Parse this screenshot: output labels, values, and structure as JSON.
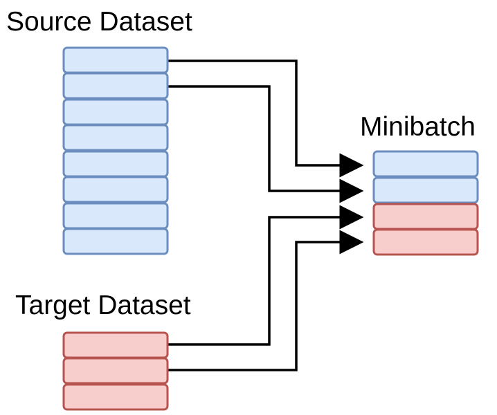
{
  "labels": {
    "source": "Source Dataset",
    "target": "Target Dataset",
    "minibatch": "Minibatch"
  },
  "colors": {
    "source_fill": "#dae8fc",
    "source_stroke": "#6c8ebf",
    "target_fill": "#f8cecc",
    "target_stroke": "#b85450",
    "arrow": "#000000"
  },
  "source_dataset": {
    "row_count": 8
  },
  "target_dataset": {
    "row_count": 3
  },
  "minibatch": {
    "rows": [
      "source",
      "source",
      "target",
      "target"
    ]
  }
}
